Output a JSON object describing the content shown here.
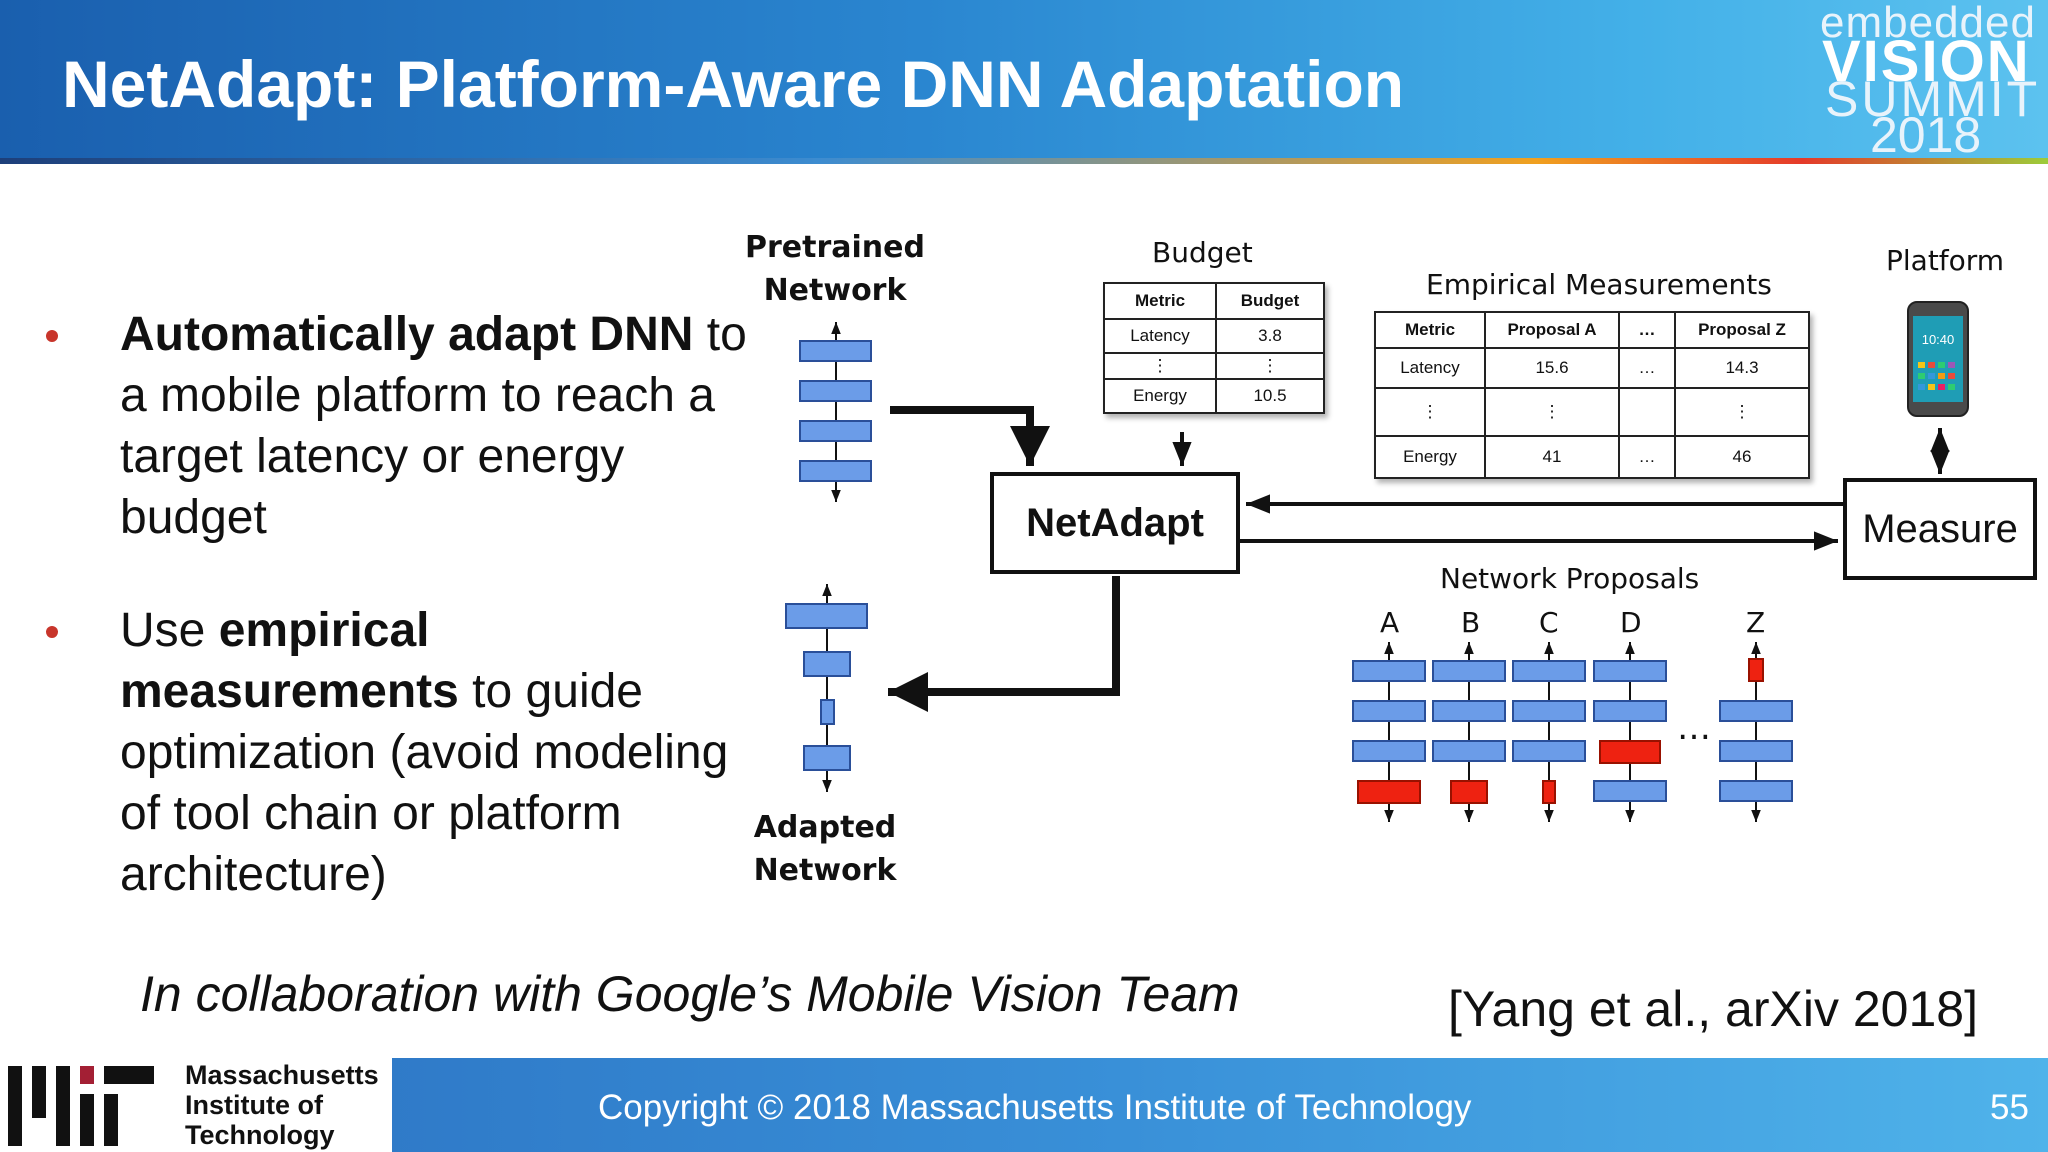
{
  "header": {
    "title": "NetAdapt: Platform-Aware DNN Adaptation",
    "logo": {
      "line1": "embedded",
      "line2": "VISION",
      "line3": "SUMMIT",
      "line4": "2018"
    }
  },
  "bullets": [
    {
      "bold": "Automatically adapt DNN",
      "text": " to a mobile platform to reach a target latency or energy budget"
    },
    {
      "prefix": "Use ",
      "bold": "empirical measurements",
      "text": " to guide optimization (avoid modeling of tool chain or platform architecture)"
    }
  ],
  "diagram": {
    "pretrained_label": "Pretrained Network",
    "adapted_label": "Adapted Network",
    "netadapt_label": "NetAdapt",
    "measure_label": "Measure",
    "platform_label": "Platform",
    "phone_time": "10:40",
    "budget": {
      "title": "Budget",
      "headers": [
        "Metric",
        "Budget"
      ],
      "rows": [
        [
          "Latency",
          "3.8"
        ],
        [
          "⋮",
          "⋮"
        ],
        [
          "Energy",
          "10.5"
        ]
      ]
    },
    "measurements": {
      "title": "Empirical Measurements",
      "headers": [
        "Metric",
        "Proposal A",
        "…",
        "Proposal Z"
      ],
      "rows": [
        [
          "Latency",
          "15.6",
          "…",
          "14.3"
        ],
        [
          "⋮",
          "⋮",
          "",
          "⋮"
        ],
        [
          "Energy",
          "41",
          "…",
          "46"
        ]
      ]
    },
    "proposals": {
      "title": "Network Proposals",
      "labels": [
        "A",
        "B",
        "C",
        "D",
        "Z"
      ],
      "ellipsis": "…"
    },
    "colors": {
      "layer": "#6699ee",
      "modified_layer": "#ee2211",
      "arrow": "#111111"
    }
  },
  "collaboration": "In collaboration with Google’s Mobile Vision Team",
  "citation": "[Yang et al., arXiv 2018]",
  "footer": {
    "org": [
      "Massachusetts",
      "Institute of",
      "Technology"
    ],
    "copyright": "Copyright © 2018 Massachusetts Institute of Technology",
    "page": "55"
  }
}
